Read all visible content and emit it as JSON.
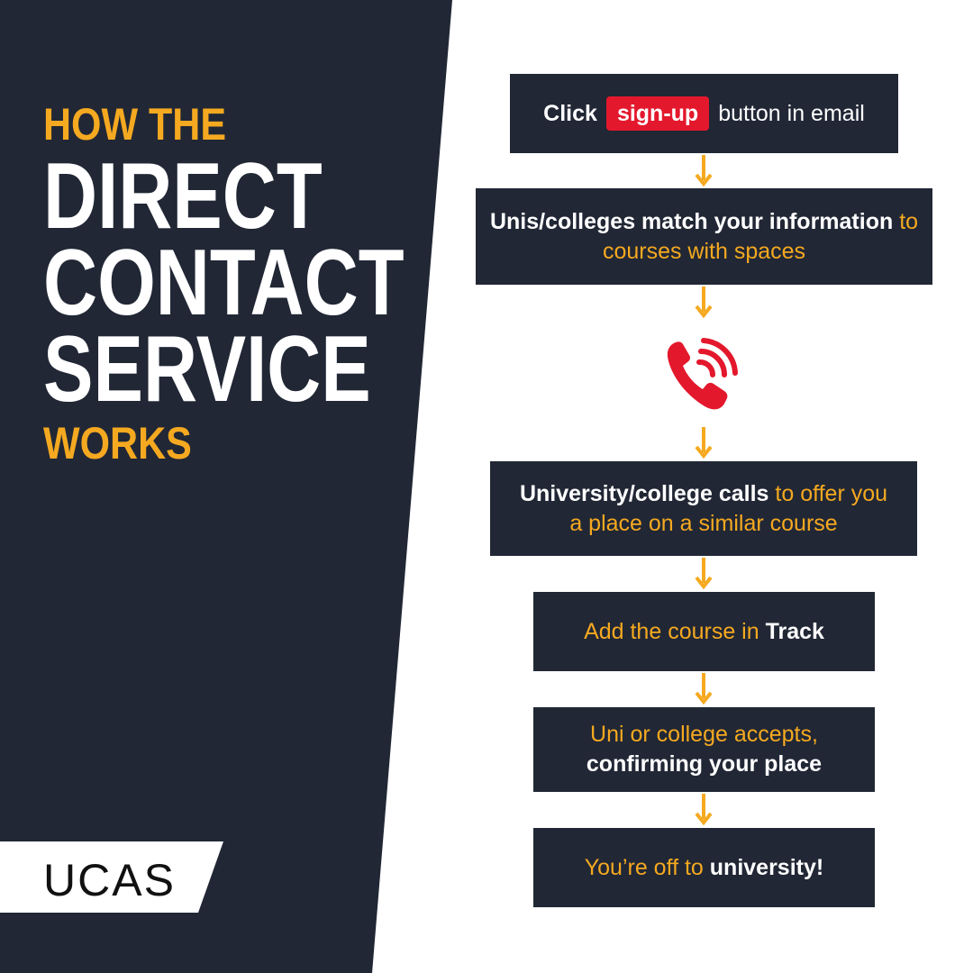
{
  "heading": {
    "line1": "HOW THE",
    "line2": "DIRECT",
    "line3": "CONTACT",
    "line4": "SERVICE",
    "line5": "WORKS"
  },
  "logo": {
    "text": "UCAS"
  },
  "colors": {
    "navy": "#212735",
    "yellow": "#f5a920",
    "red": "#e3182d",
    "white": "#ffffff"
  },
  "icons": {
    "phone": "phone-ringing-icon",
    "arrow": "arrow-down-icon"
  },
  "steps": [
    {
      "part1": "Click",
      "pill": "sign-up",
      "part2": "button in email"
    },
    {
      "bold": "Unis/colleges match your information",
      "rest": " to courses with spaces"
    },
    {
      "bold": "University/college calls",
      "rest": " to offer you a place on a similar course"
    },
    {
      "rest": "Add the course in ",
      "bold": "Track"
    },
    {
      "rest": "Uni or college accepts,",
      "bold": "confirming your place"
    },
    {
      "rest": "You’re off to ",
      "bold": "university!"
    }
  ]
}
